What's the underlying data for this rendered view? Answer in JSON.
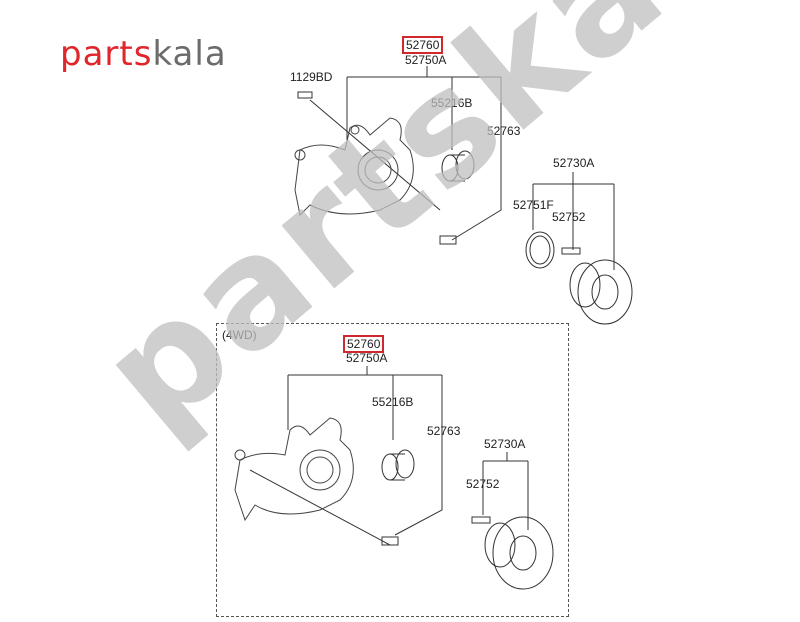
{
  "logo": {
    "part1": "parts",
    "part2": "kala"
  },
  "watermark": "partskala.ir",
  "top": {
    "highlight": "52760",
    "assembly": "52750A",
    "bolt": "1129BD",
    "bushing": "55216B",
    "pin": "52763",
    "hub_assy": "52730A",
    "cover": "52751F",
    "hub_bolt": "52752"
  },
  "bottom": {
    "variant": "(4WD)",
    "highlight": "52760",
    "assembly": "52750A",
    "bushing": "55216B",
    "pin": "52763",
    "hub_assy": "52730A",
    "hub_bolt": "52752"
  },
  "colors": {
    "highlight": "#d0282c",
    "logo_red": "#e0262b",
    "logo_gray": "#6b6b6b"
  }
}
